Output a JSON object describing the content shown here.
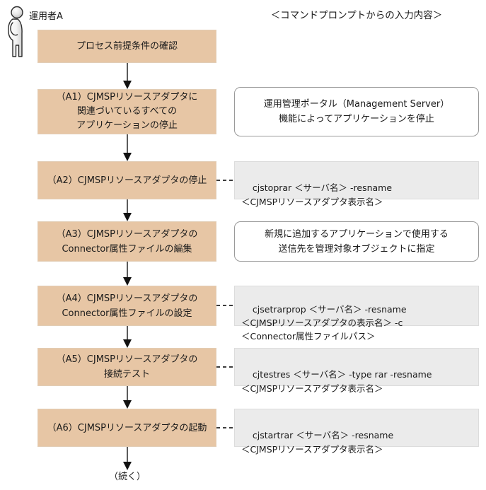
{
  "diagram": {
    "actor": {
      "label": "運用者A",
      "icon": "person-icon"
    },
    "column_header": "＜コマンドプロンプトからの入力内容＞",
    "continue_label": "（続く）",
    "colors": {
      "step_fill": "#e7c6a5",
      "step_border": "#e2cdb5",
      "command_fill": "#ebebeb",
      "command_border": "#dcdcdc",
      "note_border": "#9a9a9a",
      "arrow": "#5b5b5b",
      "text": "#1a1a1a"
    },
    "steps": [
      {
        "id": "step-0",
        "lines": [
          "プロセス前提条件の確認"
        ]
      },
      {
        "id": "step-a1",
        "lines": [
          "（A1）CJMSPリソースアダプタに",
          "関連づいているすべての",
          "アプリケーションの停止"
        ]
      },
      {
        "id": "step-a2",
        "lines": [
          "（A2）CJMSPリソースアダプタの停止"
        ]
      },
      {
        "id": "step-a3",
        "lines": [
          "（A3）CJMSPリソースアダプタの",
          "Connector属性ファイルの編集"
        ]
      },
      {
        "id": "step-a4",
        "lines": [
          "（A4）CJMSPリソースアダプタの",
          "Connector属性ファイルの設定"
        ]
      },
      {
        "id": "step-a5",
        "lines": [
          "（A5）CJMSPリソースアダプタの",
          "接続テスト"
        ]
      },
      {
        "id": "step-a6",
        "lines": [
          "（A6）CJMSPリソースアダプタの起動"
        ]
      }
    ],
    "notes": [
      {
        "id": "note-a1",
        "type": "rounded",
        "text": "運用管理ポータル（Management Server）\n機能によってアプリケーションを停止"
      },
      {
        "id": "note-a2",
        "type": "command",
        "text": "cjstoprar ＜サーバ名＞ -resname\n＜CJMSPリソースアダプタ表示名＞"
      },
      {
        "id": "note-a3",
        "type": "rounded",
        "text": "新規に追加するアプリケーションで使用する\n送信先を管理対象オブジェクトに指定"
      },
      {
        "id": "note-a4",
        "type": "command",
        "text": "cjsetrarprop ＜サーバ名＞ -resname\n＜CJMSPリソースアダプタの表示名＞ -c\n＜Connector属性ファイルパス＞"
      },
      {
        "id": "note-a5",
        "type": "command",
        "text": "cjtestres ＜サーバ名＞ -type rar -resname\n＜CJMSPリソースアダプタ表示名＞"
      },
      {
        "id": "note-a6",
        "type": "command",
        "text": "cjstartrar ＜サーバ名＞ -resname\n＜CJMSPリソースアダプタ表示名＞"
      }
    ]
  }
}
